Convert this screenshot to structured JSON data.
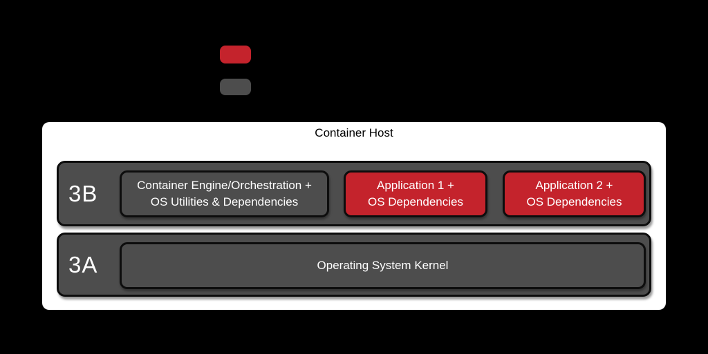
{
  "diagram": {
    "legend": {
      "red_swatch_color": "#C4232C",
      "gray_swatch_color": "#4D4D4D"
    },
    "host": {
      "title": "Container Host"
    },
    "rows": [
      {
        "label": "3B",
        "boxes": [
          {
            "text": "Container Engine/Orchestration +\nOS Utilities & Dependencies",
            "variant": "gray"
          },
          {
            "text": "Application 1 +\nOS Dependencies",
            "variant": "red"
          },
          {
            "text": "Application 2 +\nOS Dependencies",
            "variant": "red"
          }
        ]
      },
      {
        "label": "3A",
        "boxes": [
          {
            "text": "Operating System Kernel",
            "variant": "gray"
          }
        ]
      }
    ],
    "colors": {
      "background": "#000000",
      "host_background": "#FFFFFF",
      "layer_gray": "#4D4D4D",
      "accent_red": "#C4232C",
      "border_black": "#0D0D0D",
      "text_on_dark": "#FFFFFF",
      "text_on_light": "#000000"
    }
  }
}
